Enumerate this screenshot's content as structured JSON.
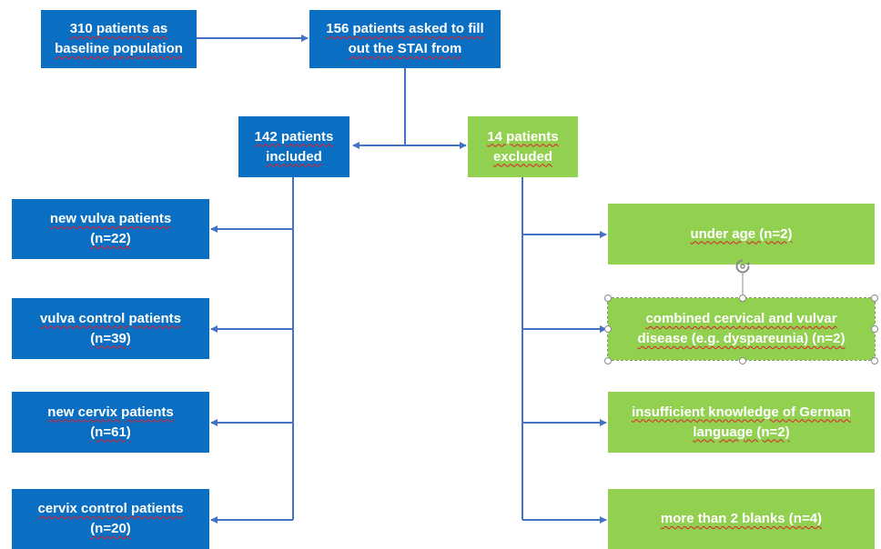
{
  "colors": {
    "included_box": "#0a6fc2",
    "excluded_box": "#92d050",
    "connector": "#4472c4"
  },
  "boxes": {
    "baseline": {
      "line1": "310 patients as",
      "line2": "baseline population"
    },
    "asked": {
      "line1": "156 patients asked to fill",
      "line2": "out the STAI from"
    },
    "included": {
      "line1": "142 patients",
      "line2": "included"
    },
    "excluded": {
      "line1": "14 patients",
      "line2": "excluded"
    },
    "new_vulva": {
      "line1": "new vulva patients",
      "line2": "(n=22)"
    },
    "vulva_control": {
      "line1": "vulva control patients",
      "line2": "(n=39)"
    },
    "new_cervix": {
      "line1": "new cervix patients",
      "line2": "(n=61)"
    },
    "cervix_control": {
      "line1": "cervix control patients",
      "line2": "(n=20)"
    },
    "under_age": {
      "line1": "under age (n=2)"
    },
    "combined": {
      "line1": "combined cervical and vulvar",
      "line2": "disease (e.g. dyspareunia) (n=2)"
    },
    "insufficient": {
      "line1": "insufficient knowledge of German",
      "line2": "language (n=2)"
    },
    "blanks": {
      "line1": "more than 2 blanks (n=4)"
    }
  },
  "selection": {
    "rotate_handle_icon": "rotate-icon"
  }
}
